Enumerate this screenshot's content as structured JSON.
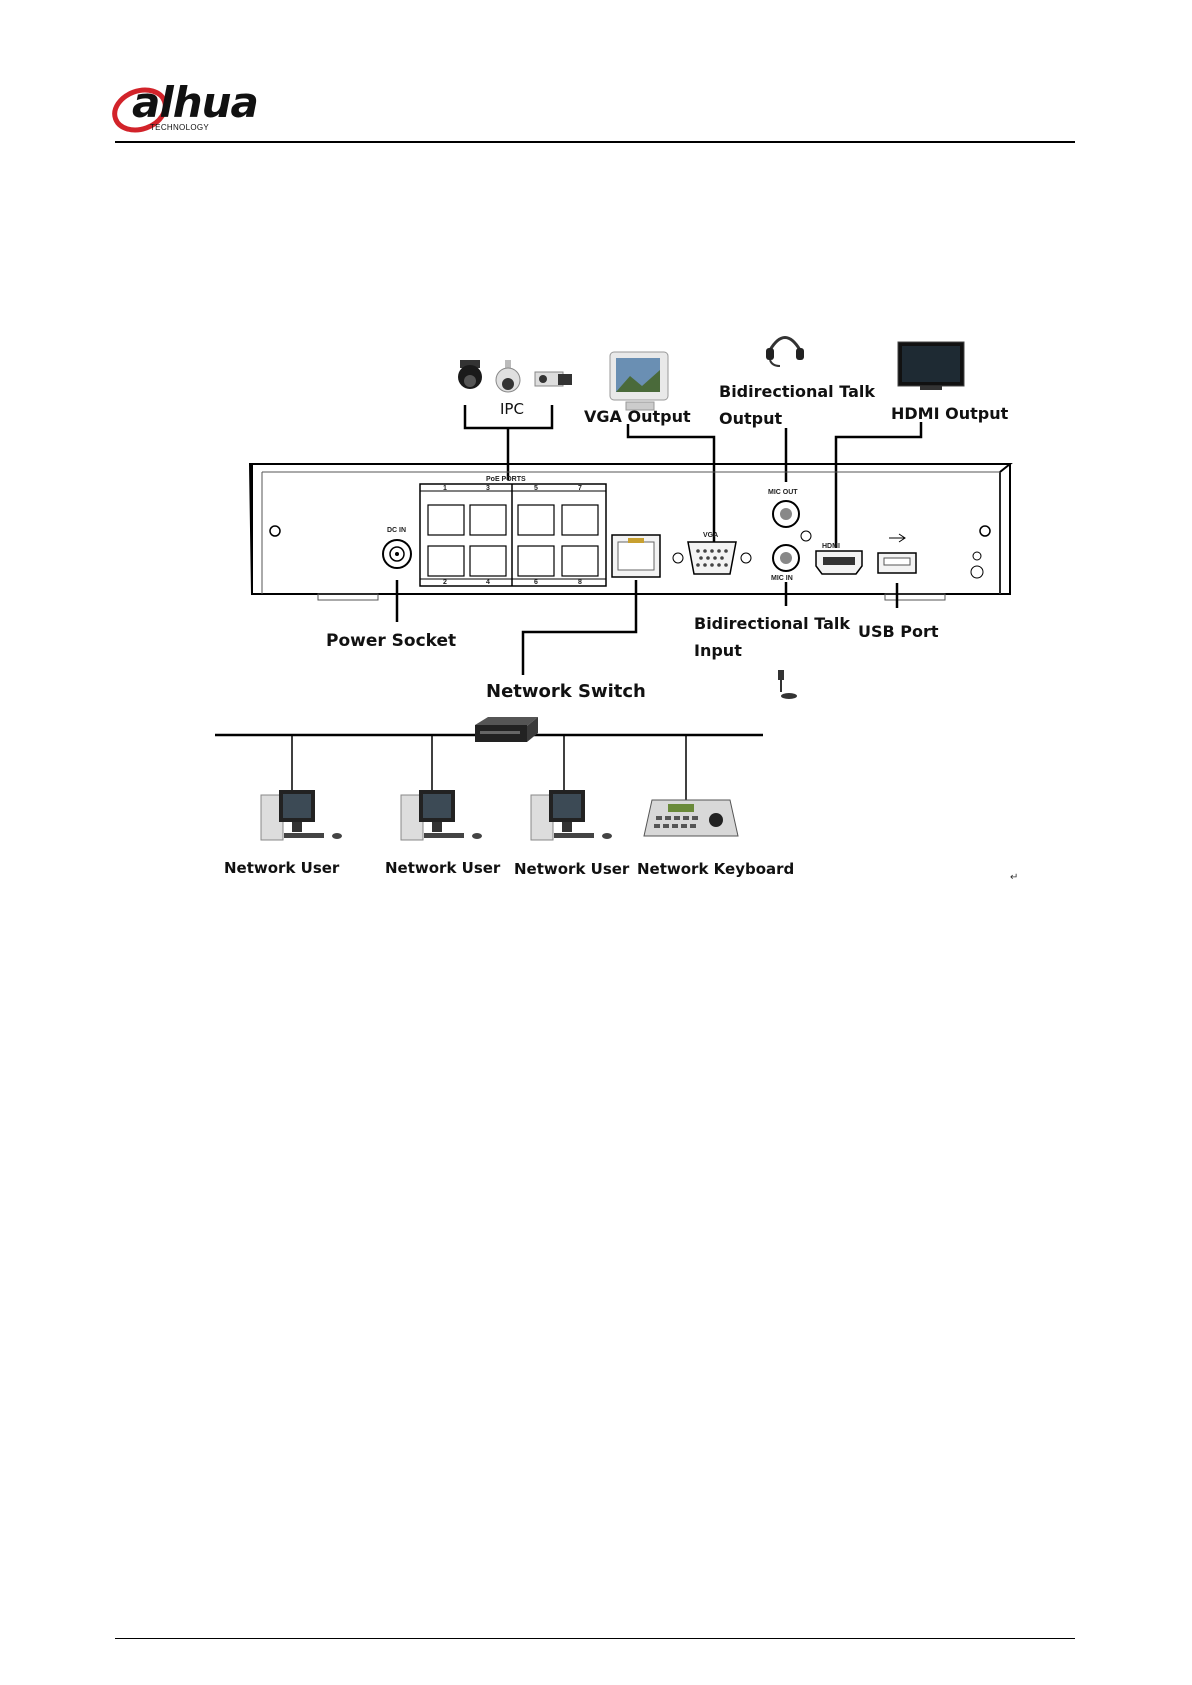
{
  "header": {
    "logo_text": "alhua",
    "logo_subtext": "TECHNOLOGY"
  },
  "diagram": {
    "labels": {
      "ipc": "IPC",
      "vga_output": "VGA Output",
      "talk_output_line1": "Bidirectional Talk",
      "talk_output_line2": "Output",
      "hdmi_output": "HDMI Output",
      "power_socket": "Power Socket",
      "talk_input_line1": "Bidirectional Talk",
      "talk_input_line2": "Input",
      "usb_port": "USB Port",
      "network_switch": "Network Switch",
      "network_user_1": "Network User",
      "network_user_2": "Network User",
      "network_user_3": "Network User",
      "network_keyboard": "Network Keyboard"
    },
    "panel_markings": {
      "poe_ports": "PoE PORTS",
      "port_1": "1",
      "port_3": "3",
      "port_5": "5",
      "port_7": "7",
      "port_2": "2",
      "port_4": "4",
      "port_6": "6",
      "port_8": "8",
      "dc_in": "DC IN",
      "vga": "VGA",
      "mic_out": "MIC OUT",
      "mic_in": "MIC IN",
      "hdmi": "HDMI"
    },
    "end_mark": "↵"
  }
}
